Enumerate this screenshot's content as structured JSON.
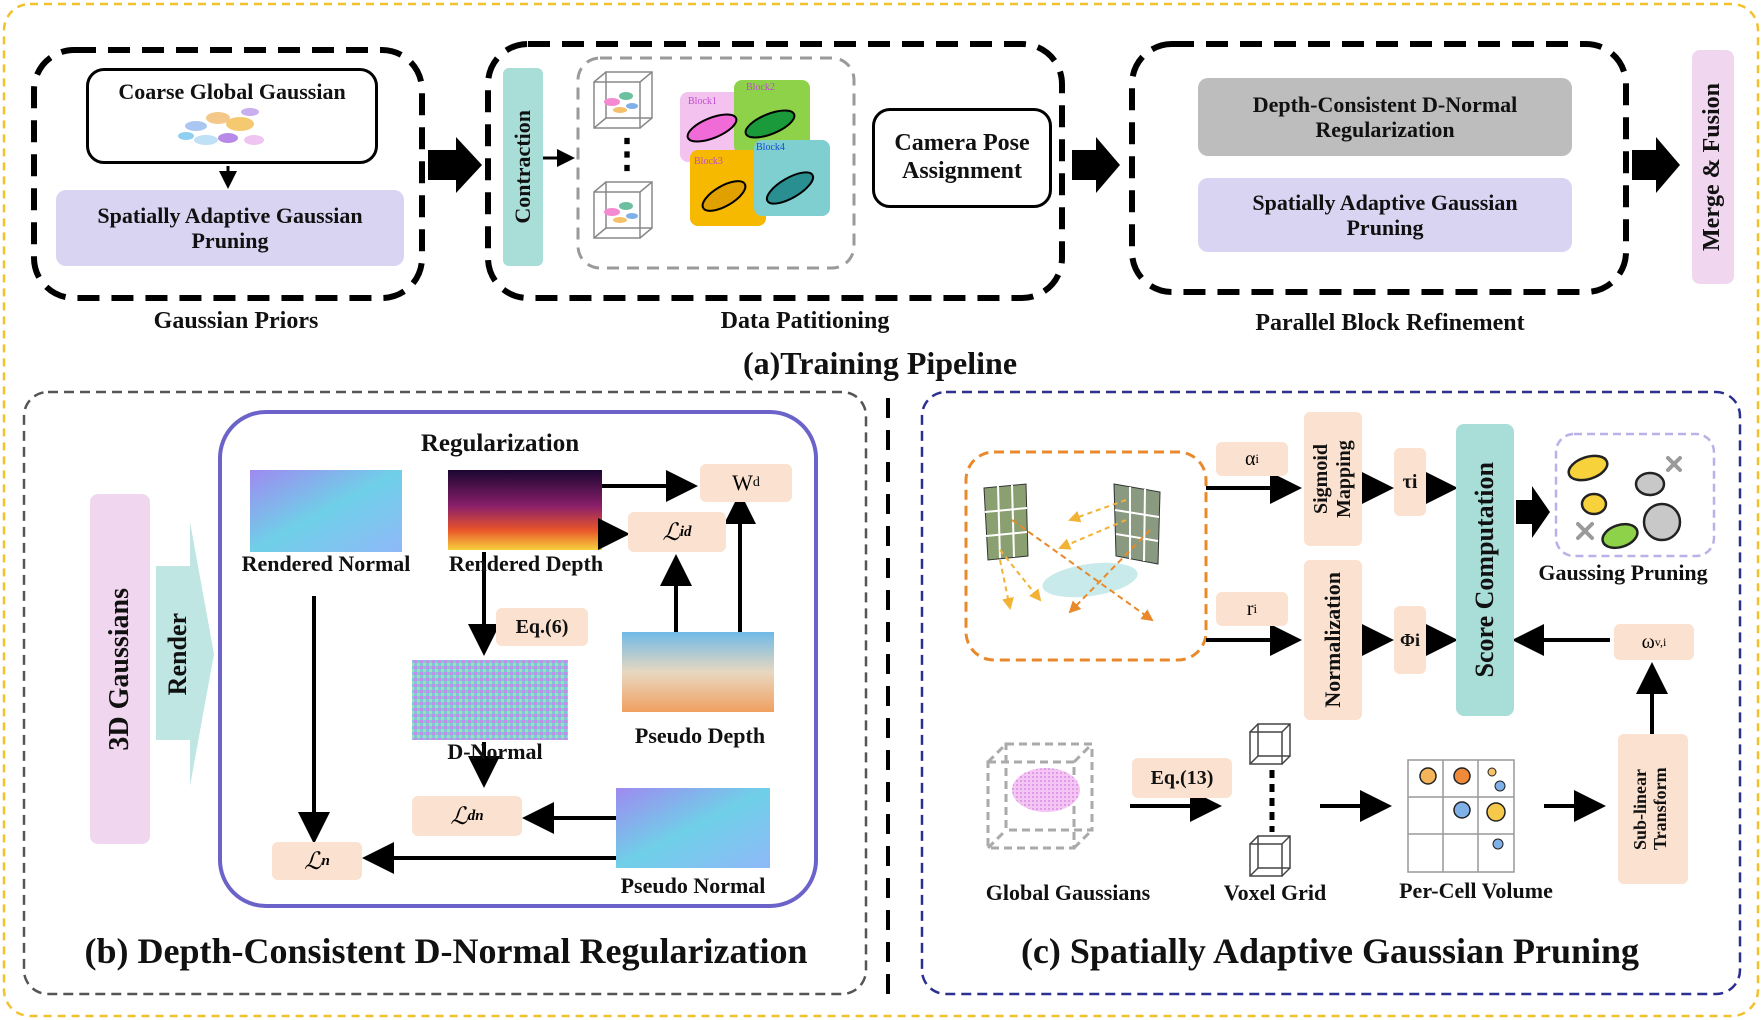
{
  "colors": {
    "outer_border": "#f2c12e",
    "lavender": "#d8d4f2",
    "teal_box": "#a8ddd8",
    "pink_box": "#f0d6ee",
    "gray_box": "#bdbdbd",
    "peach": "#fbe1cf",
    "purple_border": "#6b63c9",
    "blue_dashed": "#2b2f8f",
    "orange_dashed": "#e8892b",
    "render_arrow": "#bfe6e3"
  },
  "pipeline": {
    "title": "(a)Training Pipeline",
    "priors": {
      "coarse_label": "Coarse Global Gaussian",
      "pruning_label": "Spatially Adaptive Gaussian Pruning",
      "caption": "Gaussian Priors"
    },
    "partition": {
      "contraction_label": "Contraction",
      "block_labels": [
        "Block1",
        "Block2",
        "Block3",
        "Block4"
      ],
      "dots": "⋮",
      "camera_label": "Camera Pose Assignment",
      "caption": "Data Patitioning"
    },
    "refinement": {
      "depth_label": "Depth-Consistent D-Normal Regularization",
      "pruning_label": "Spatially Adaptive Gaussian Pruning",
      "caption": "Parallel Block Refinement"
    },
    "merge_label": "Merge & Fusion"
  },
  "regularization": {
    "title": "(b) Depth-Consistent D-Normal Regularization",
    "gaussians_label": "3D Gaussians",
    "render_label": "Render",
    "heading": "Regularization",
    "rendered_normal": "Rendered Normal",
    "rendered_depth": "Rendered Depth",
    "d_normal": "D-Normal",
    "pseudo_depth": "Pseudo Depth",
    "pseudo_normal": "Pseudo Normal",
    "eq": "Eq.(6)",
    "wd": "W",
    "wd_sub": "d",
    "l_id": "ℒ",
    "l_id_sub": "id",
    "l_dn": "ℒ",
    "l_dn_sub": "dn",
    "l_n": "ℒ",
    "l_n_sub": "n"
  },
  "pruning": {
    "title": "(c) Spatially Adaptive Gaussian Pruning",
    "alpha": "α",
    "alpha_sub": "i",
    "r": "r",
    "r_sub": "i",
    "sigmoid_label": "Sigmoid Mapping",
    "normalization_label": "Normalization",
    "tau": "τi",
    "phi": "Φi",
    "score_label": "Score Computation",
    "result_label": "Gaussing Pruning",
    "omega": "ω",
    "omega_sub": "v,i",
    "sublinear_label": "Sub-linear Transform",
    "eq": "Eq.(13)",
    "global_label": "Global Gaussians",
    "voxel_label": "Voxel Grid",
    "cell_label": "Per-Cell Volume"
  }
}
